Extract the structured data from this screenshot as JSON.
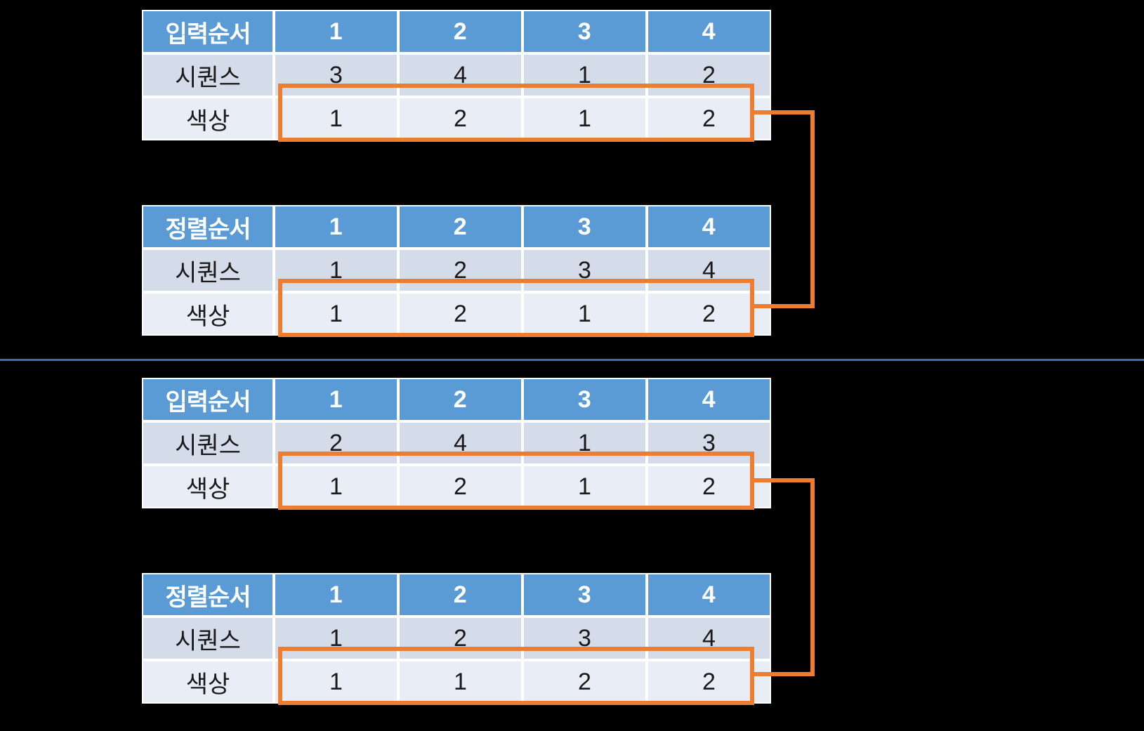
{
  "meta": {
    "background_color": "#000000",
    "header_color": "#5B9BD5",
    "row_alt_color": "#D4DCEA",
    "row_color": "#E9EDF5",
    "highlight_color": "#ED7D31",
    "divider_color": "#2E74B5",
    "error_color": "#FF0000"
  },
  "tables": [
    {
      "id": "input-order-top",
      "header": {
        "label": "입력순서",
        "columns": [
          "1",
          "2",
          "3",
          "4"
        ]
      },
      "rows": [
        {
          "label": "시퀀스",
          "values": [
            "3",
            "4",
            "1",
            "2"
          ],
          "flags": [
            false,
            false,
            false,
            false
          ]
        },
        {
          "label": "색상",
          "values": [
            "1",
            "2",
            "1",
            "2"
          ],
          "flags": [
            false,
            false,
            false,
            false
          ]
        }
      ]
    },
    {
      "id": "sorted-order-top",
      "header": {
        "label": "정렬순서",
        "columns": [
          "1",
          "2",
          "3",
          "4"
        ]
      },
      "rows": [
        {
          "label": "시퀀스",
          "values": [
            "1",
            "2",
            "3",
            "4"
          ],
          "flags": [
            false,
            false,
            false,
            false
          ]
        },
        {
          "label": "색상",
          "values": [
            "1",
            "2",
            "1",
            "2"
          ],
          "flags": [
            false,
            false,
            false,
            false
          ]
        }
      ]
    },
    {
      "id": "input-order-bottom",
      "header": {
        "label": "입력순서",
        "columns": [
          "1",
          "2",
          "3",
          "4"
        ]
      },
      "rows": [
        {
          "label": "시퀀스",
          "values": [
            "2",
            "4",
            "1",
            "3"
          ],
          "flags": [
            false,
            false,
            false,
            false
          ]
        },
        {
          "label": "색상",
          "values": [
            "1",
            "2",
            "1",
            "2"
          ],
          "flags": [
            false,
            true,
            true,
            false
          ]
        }
      ]
    },
    {
      "id": "sorted-order-bottom",
      "header": {
        "label": "정렬순서",
        "columns": [
          "1",
          "2",
          "3",
          "4"
        ]
      },
      "rows": [
        {
          "label": "시퀀스",
          "values": [
            "1",
            "2",
            "3",
            "4"
          ],
          "flags": [
            false,
            false,
            false,
            false
          ]
        },
        {
          "label": "색상",
          "values": [
            "1",
            "1",
            "2",
            "2"
          ],
          "flags": [
            false,
            true,
            true,
            false
          ]
        }
      ]
    }
  ]
}
